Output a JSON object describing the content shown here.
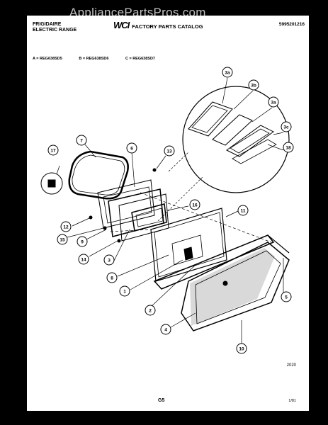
{
  "watermark": "AppliancePartsPros.com",
  "header": {
    "brand_line1": "FRIGIDAIRE",
    "brand_line2": "ELECTRIC RANGE",
    "logo_text": "WCI",
    "catalog_title": "FACTORY PARTS CATALOG",
    "part_number": "5995201216"
  },
  "models": {
    "a": "A = REG638SD5",
    "b": "B = REG638SD6",
    "c": "C = REG638SD7"
  },
  "callouts": [
    "3a",
    "3b",
    "3a",
    "3c",
    "18",
    "7",
    "6",
    "13",
    "17",
    "16",
    "11",
    "12",
    "15",
    "9",
    "14",
    "3",
    "8",
    "1",
    "2",
    "4",
    "5",
    "10"
  ],
  "footer": {
    "figure_code": "2020",
    "page_code": "G5",
    "date": "1/81"
  }
}
